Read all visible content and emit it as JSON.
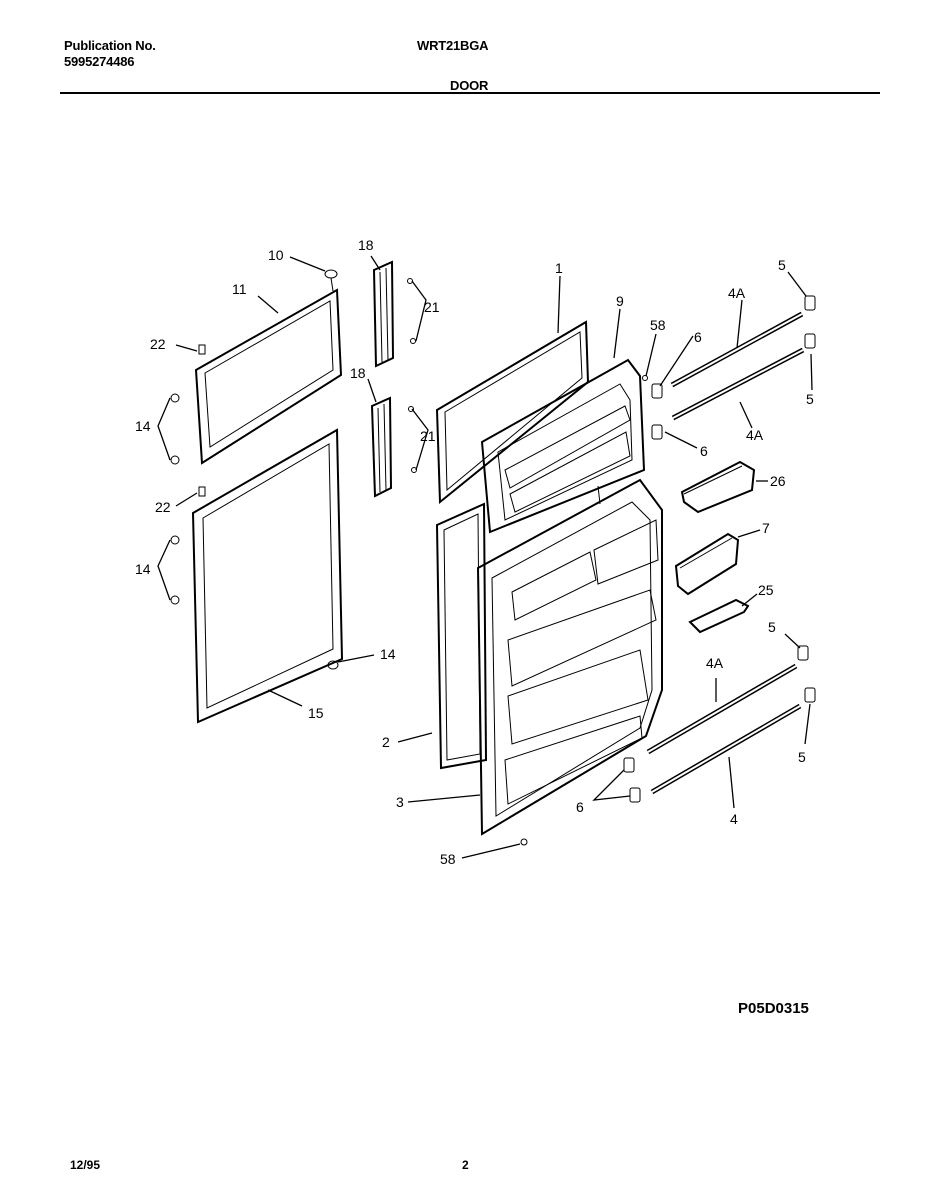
{
  "header": {
    "publication_label": "Publication No.",
    "publication_number": "5995274486",
    "model": "WRT21BGA",
    "section": "DOOR"
  },
  "diagram_code": "P05D0315",
  "footer": {
    "date": "12/95",
    "page": "2"
  },
  "callouts": {
    "c1": "1",
    "c2": "2",
    "c3": "3",
    "c4": "4",
    "c4a_top1": "4A",
    "c4a_top2": "4A",
    "c4a_bot": "4A",
    "c5_a": "5",
    "c5_b": "5",
    "c5_c": "5",
    "c5_d": "5",
    "c6_a": "6",
    "c6_b": "6",
    "c6_c": "6",
    "c7": "7",
    "c9": "9",
    "c10": "10",
    "c11": "11",
    "c14_a": "14",
    "c14_b": "14",
    "c14_c": "14",
    "c15": "15",
    "c18_a": "18",
    "c18_b": "18",
    "c21_a": "21",
    "c21_b": "21",
    "c22_a": "22",
    "c22_b": "22",
    "c25": "25",
    "c26": "26",
    "c58_a": "58",
    "c58_b": "58"
  }
}
